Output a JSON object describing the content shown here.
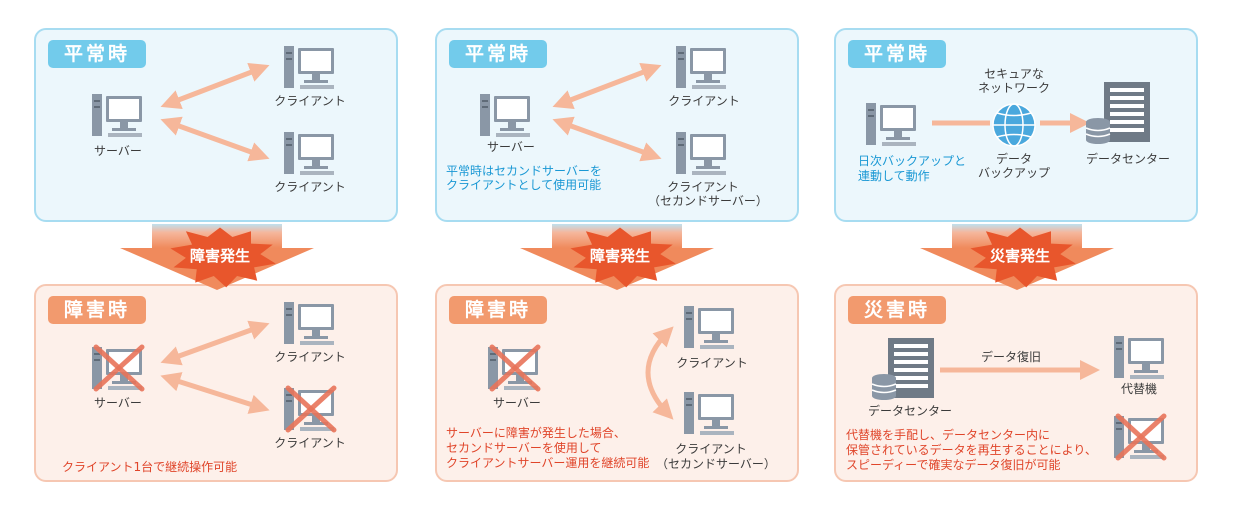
{
  "columns": [
    {
      "normal": {
        "badge": "平常時",
        "server": "サーバー",
        "client1": "クライアント",
        "client2": "クライアント"
      },
      "event": "障害発生",
      "fault": {
        "badge": "障害時",
        "server": "サーバー",
        "client1": "クライアント",
        "client2": "クライアント",
        "note": "クライアント1台で継続操作可能"
      }
    },
    {
      "normal": {
        "badge": "平常時",
        "server": "サーバー",
        "client1": "クライアント",
        "client2_line1": "クライアント",
        "client2_line2": "（セカンドサーバー）",
        "note_line1": "平常時はセカンドサーバーを",
        "note_line2": "クライアントとして使用可能"
      },
      "event": "障害発生",
      "fault": {
        "badge": "障害時",
        "server": "サーバー",
        "client1": "クライアント",
        "client2_line1": "クライアント",
        "client2_line2": "（セカンドサーバー）",
        "note_line1": "サーバーに障害が発生した場合、",
        "note_line2": "セカンドサーバーを使用して",
        "note_line3": "クライアントサーバー運用を継続可能"
      }
    },
    {
      "normal": {
        "badge": "平常時",
        "network_line1": "セキュアな",
        "network_line2": "ネットワーク",
        "backup_line1": "データ",
        "backup_line2": "バックアップ",
        "datacenter": "データセンター",
        "note_line1": "日次バックアップと",
        "note_line2": "連動して動作"
      },
      "event": "災害発生",
      "fault": {
        "badge": "災害時",
        "restore": "データ復旧",
        "datacenter": "データセンター",
        "alt_machine": "代替機",
        "note_line1": "代替機を手配し、データセンター内に",
        "note_line2": "保管されているデータを再生することにより、",
        "note_line3": "スピーディーで確実なデータ復旧が可能"
      }
    }
  ],
  "colors": {
    "blue_border": "#a7dcf1",
    "blue_badge": "#72cbeb",
    "orange_border": "#f6c7b2",
    "orange_badge": "#f29a6e",
    "arrow": "#f6b79a",
    "burst": "#e8562c",
    "cross": "#e8745a"
  }
}
